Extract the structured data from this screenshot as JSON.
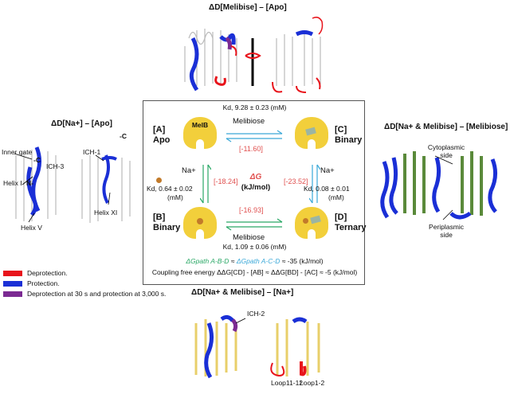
{
  "panels": {
    "top_title": "ΔD[Melibise] – [Apo]",
    "left_title": "ΔD[Na+] – [Apo]",
    "right_title": "ΔD[Na+ & Melibise] – [Melibiose]",
    "bottom_title": "ΔD[Na+ & Melibise] – [Na+]"
  },
  "left_labels": {
    "inner_gate": "Inner gate",
    "c": "-C",
    "ich3": "ICH-3",
    "helix1": "Helix I",
    "n": "N-",
    "helix5": "Helix V",
    "ich1": "ICH-1",
    "c2": "-C",
    "helix11": "Helix XI"
  },
  "right_labels": {
    "cytoplasmic": "Cytoplasmic side",
    "periplasmic": "Periplasmic side"
  },
  "bottom_labels": {
    "ich2": "ICH-2",
    "loop1112": "Loop11-12",
    "loop12": "Loop1-2"
  },
  "cycle": {
    "kd_top": "Kd, 9.28 ± 0.23 (mM)",
    "kd_bottom": "Kd, 1.09 ± 0.06 (mM)",
    "kd_left_1": "Kd, 0.64 ± 0.02",
    "kd_left_2": "(mM)",
    "kd_right_1": "Kd, 0.08 ± 0.01",
    "kd_right_2": "(mM)",
    "state_a_1": "[A]",
    "state_a_2": "Apo",
    "state_b_1": "[B]",
    "state_b_2": "Binary",
    "state_c_1": "[C]",
    "state_c_2": "Binary",
    "state_d_1": "[D]",
    "state_d_2": "Ternary",
    "melb": "MelB",
    "melibiose_top": "Melibiose",
    "melibiose_bottom": "Melibiose",
    "na_left": "Na+",
    "na_right": "Na+",
    "dg_top": "[-11.60]",
    "dg_bottom": "[-16.93]",
    "dg_left": "[-18.24]",
    "dg_right": "[-23.52]",
    "dg_center_1": "ΔG",
    "dg_center_2": "(kJ/mol)",
    "path_line_a": "ΔGpath A-B-D",
    "path_line_approx": "≈",
    "path_line_b": "ΔGpath A-C-D",
    "path_line_value": "≈ -35 (kJ/mol)",
    "coupling_line": "Coupling free energy ΔΔG[CD] - [AB] ≈ ΔΔG[BD] - [AC] ≈ -5 (kJ/mol)"
  },
  "legend": {
    "items": [
      {
        "label": "Deprotection.",
        "color": "#e8141b"
      },
      {
        "label": "Protection.",
        "color": "#1a2fd6"
      },
      {
        "label": "Deprotection at 30 s and protection at 3,000 s.",
        "color": "#7b2a92"
      }
    ]
  },
  "colors": {
    "red": "#e8141b",
    "blue": "#1a2fd6",
    "green_arrow": "#2aa866",
    "cyan_arrow": "#3aa8d8",
    "yellow_protein": "#f2cf3b",
    "dg_red": "#e0504f"
  }
}
